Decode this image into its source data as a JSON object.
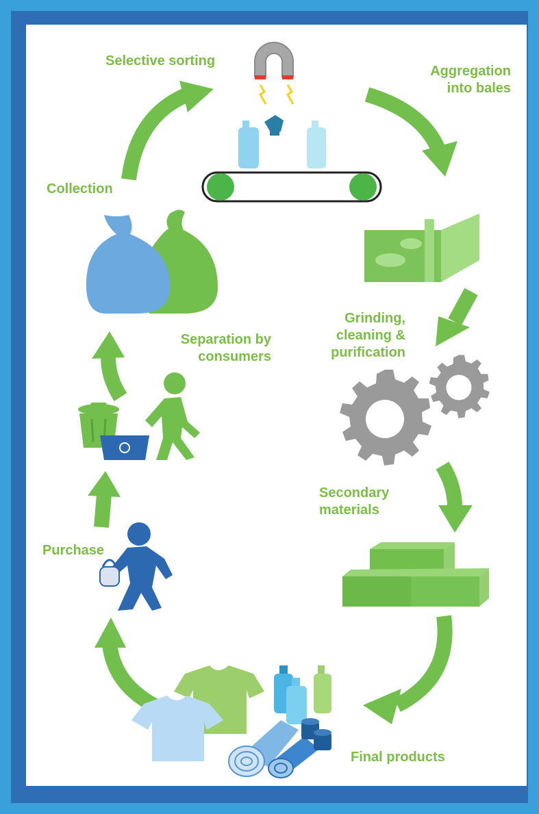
{
  "diagram": {
    "steps": {
      "selective_sorting": "Selective sorting",
      "aggregation": "Aggregation\ninto bales",
      "collection": "Collection",
      "grinding": "Grinding,\ncleaning &\npurification",
      "separation": "Separation by\nconsumers",
      "secondary": "Secondary\nmaterials",
      "purchase": "Purchase",
      "final_products": "Final products"
    },
    "colors": {
      "green": "#72bf4e",
      "light_green": "#9ccf6b",
      "label_green": "#7bbd45",
      "blue_dark": "#2c69b0",
      "blue_light": "#6ca9df",
      "gray": "#9a9a9a"
    }
  }
}
